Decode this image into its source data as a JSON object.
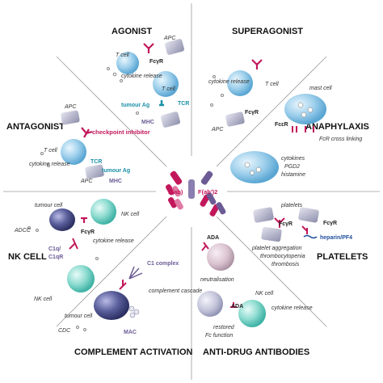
{
  "sections": {
    "agonist": "AGONIST",
    "superagonist": "SUPERAGONIST",
    "antagonist": "ANTAGONIST",
    "anaphylaxis": "ANAPHYLAXIS",
    "nk_cell": "NK CELL",
    "platelets": "PLATELETS",
    "complement_activation": "COMPLEMENT ACTIVATION",
    "anti_drug_antibodies": "ANTI-DRUG ANTIBODIES"
  },
  "center": {
    "fab": "F(ab)",
    "fab2": "F(ab')2"
  },
  "agonist": {
    "apc": "APC",
    "t_cell": "T cell",
    "fcyr": "FcγR",
    "cytokine_release": "cytokine release",
    "t_cell_2": "T cell",
    "tumour_ag": "tumour Ag",
    "tcr": "TCR",
    "mhc": "MHC"
  },
  "superagonist": {
    "cytokine_release": "cytokine release",
    "t_cell": "T cell",
    "apc": "APC",
    "fcyr": "FcγR"
  },
  "antagonist": {
    "apc": "APC",
    "checkpoint_inhibitor": "checkpoint inhibitor",
    "t_cell": "T cell",
    "cytokine_release": "cytokine release",
    "tcr": "TCR",
    "tumour_ag": "tumour Ag",
    "apc_2": "APC",
    "mhc": "MHC"
  },
  "anaphylaxis": {
    "mast_cell": "mast cell",
    "fcer": "FcεR",
    "fcr_cross_linking": "FcR cross linking",
    "cytokines": "cytokines",
    "pgd2": "PGD2",
    "histamine": "histamine"
  },
  "nk": {
    "tumour_cell": "tumour cell",
    "nk_cell": "NK cell",
    "adcc": "ADCC",
    "fcyr": "FcγR",
    "c1q": "C1q/",
    "c1qr": "C1qR",
    "cytokine_release": "cytokine release",
    "nk_cell_2": "NK cell"
  },
  "platelets": {
    "platelets": "platelets",
    "fcyr_1": "FcγR",
    "fcyr_2": "FcγR",
    "heparin": "heparin/PF4",
    "aggregation": "platelet aggregation",
    "thrombocytopenia": "thrombocytopenia",
    "thrombosis": "thrombosis"
  },
  "complement": {
    "c1_complex": "C1 complex",
    "complement_cascade": "complement cascade",
    "tumour_cell": "tumour cell",
    "cdc": "CDC",
    "mac": "MAC"
  },
  "ada": {
    "ada_1": "ADA",
    "neutralisation": "neutralisation",
    "nk_cell": "NK cell",
    "ada_2": "ADA",
    "cytokine_release": "cytokine release",
    "restored": "restored",
    "fc_function": "Fc function"
  },
  "colors": {
    "magenta": "#c2185b",
    "teal": "#1b8fa6",
    "purple": "#6b5b95",
    "blue_cell": "#8ec5e6",
    "green_cell": "#7dd3c8",
    "dark_cell": "#3b3f78",
    "grey_cell": "#a7a9c7"
  },
  "icons": [
    "y-antibody-icon",
    "t-cell-icon",
    "apc-icon",
    "mast-cell-icon",
    "nk-cell-icon",
    "tumour-cell-icon",
    "platelet-icon",
    "complement-icon"
  ]
}
